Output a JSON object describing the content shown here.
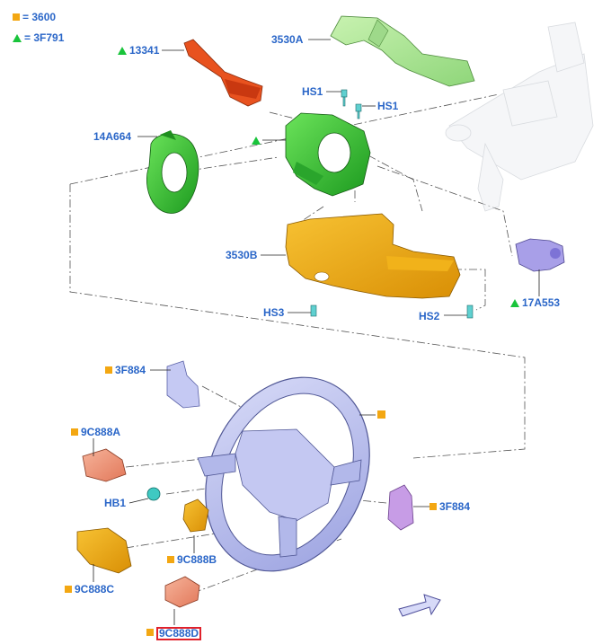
{
  "legend": {
    "square_marker": {
      "symbol": "orange-square",
      "color": "#f3a712",
      "text": "= 3600"
    },
    "triangle_marker": {
      "symbol": "green-triangle",
      "color": "#19c43b",
      "text": "= 3F791"
    }
  },
  "callouts": {
    "c13341": "13341",
    "c3530A": "3530A",
    "c14A664": "14A664",
    "cHS1a": "HS1",
    "cHS1b": "HS1",
    "c3530B": "3530B",
    "cHS3": "HS3",
    "cHS2": "HS2",
    "c17A553": "17A553",
    "c3F884a": "3F884",
    "c9C888A": "9C888A",
    "cHB1": "HB1",
    "c3F884b": "3F884",
    "c9C888B": "9C888B",
    "c9C888C": "9C888C",
    "c9C888D": "9C888D"
  },
  "colors": {
    "callout_text": "#2a66c8",
    "green_part": "#39c23a",
    "orange_part": "#e8a10a",
    "red_part": "#e04a1c",
    "wheel": "#b9bff0",
    "selection_box": "#e0212b"
  }
}
